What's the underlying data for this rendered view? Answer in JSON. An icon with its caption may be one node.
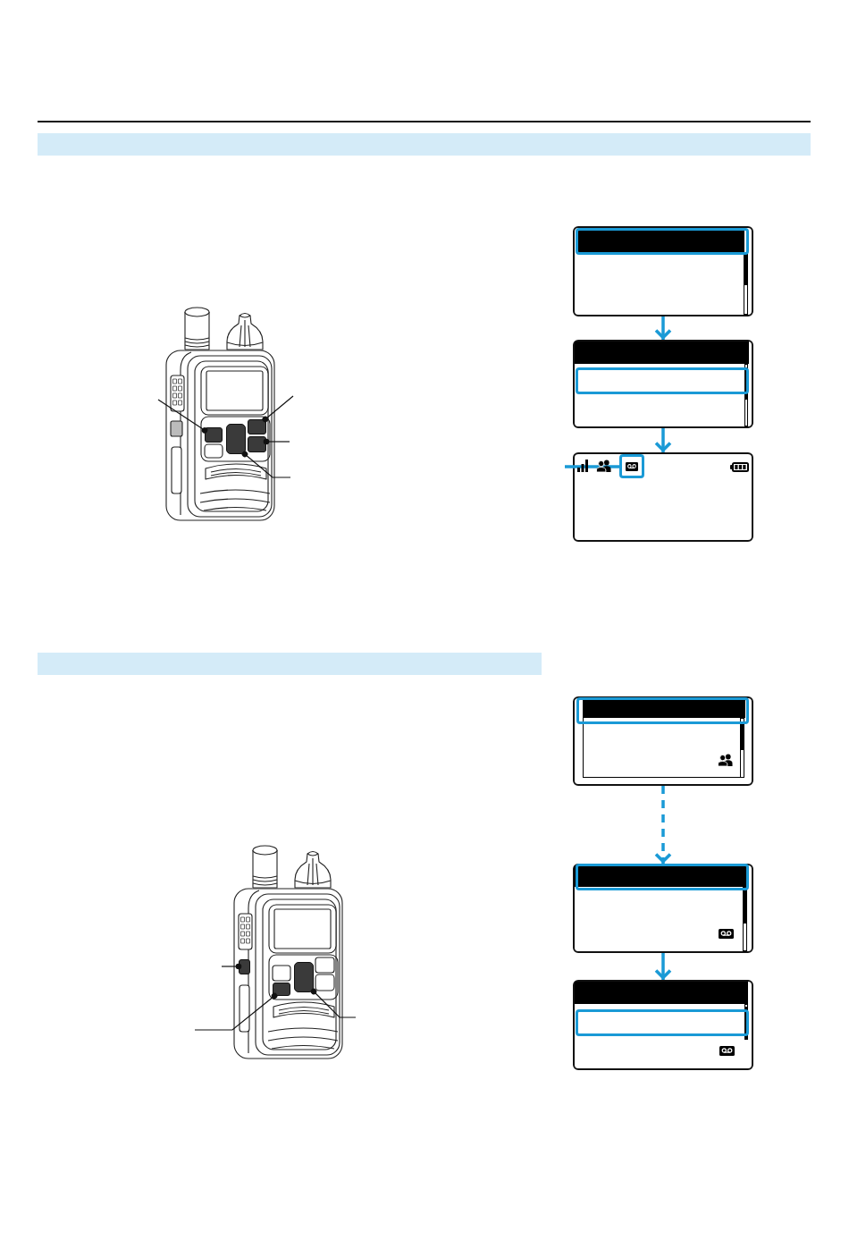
{
  "diagram": {
    "nodes": [
      {
        "text": [],
        "shape": "bar"
      },
      {
        "text": [],
        "shape": "picture"
      },
      {
        "text": [],
        "shape": "box",
        "in": 1
      },
      {
        "text": [],
        "shape": "box",
        "in": 1
      },
      {
        "text": [],
        "shape": "box",
        "in": 1
      },
      {
        "text": [],
        "shape": "box",
        "in": 1
      },
      {
        "text": [],
        "shape": "box"
      },
      {
        "text": [],
        "shape": "bar",
        "in": 6
      },
      {
        "text": [],
        "shape": "box"
      },
      {
        "text": [],
        "shape": "bar",
        "in": 8
      },
      {
        "text": [],
        "shape": "box"
      },
      {
        "text": [],
        "shape": "box",
        "in": 10
      },
      {
        "text": [],
        "shape": "bar"
      },
      {
        "text": [],
        "shape": "picture"
      },
      {
        "text": [],
        "shape": "box",
        "in": 13
      },
      {
        "text": [],
        "shape": "box",
        "in": 13
      },
      {
        "text": [],
        "shape": "box",
        "in": 13
      },
      {
        "text": [],
        "shape": "box"
      },
      {
        "text": [],
        "shape": "bar",
        "in": 17
      },
      {
        "text": [],
        "shape": "box"
      },
      {
        "text": [],
        "shape": "bar",
        "in": 19
      },
      {
        "text": [],
        "shape": "box"
      },
      {
        "text": [],
        "shape": "bar",
        "in": 21
      }
    ],
    "edges": [
      {
        "from": null,
        "to": 2,
        "arrow": "other"
      },
      {
        "from": null,
        "to": 3,
        "arrow": "other"
      },
      {
        "from": null,
        "to": 4,
        "arrow": "other"
      },
      {
        "from": null,
        "to": 5,
        "arrow": "other"
      },
      {
        "from": 6,
        "to": 8,
        "arrow": "to",
        "style": "thick",
        "color": "#1a9ad6"
      },
      {
        "from": 8,
        "to": 10,
        "arrow": "to",
        "style": "thick",
        "color": "#1a9ad6"
      },
      {
        "from": null,
        "to": 11,
        "arrow": "none",
        "style": "thick",
        "color": "#1a9ad6"
      },
      {
        "from": null,
        "to": 14,
        "arrow": "other"
      },
      {
        "from": null,
        "to": 15,
        "arrow": "other"
      },
      {
        "from": null,
        "to": 16,
        "arrow": "other"
      },
      {
        "from": 17,
        "to": 19,
        "arrow": "to",
        "style": "dashed",
        "color": "#1a9ad6"
      },
      {
        "from": 19,
        "to": 21,
        "arrow": "to",
        "style": "thick",
        "color": "#1a9ad6"
      }
    ]
  }
}
